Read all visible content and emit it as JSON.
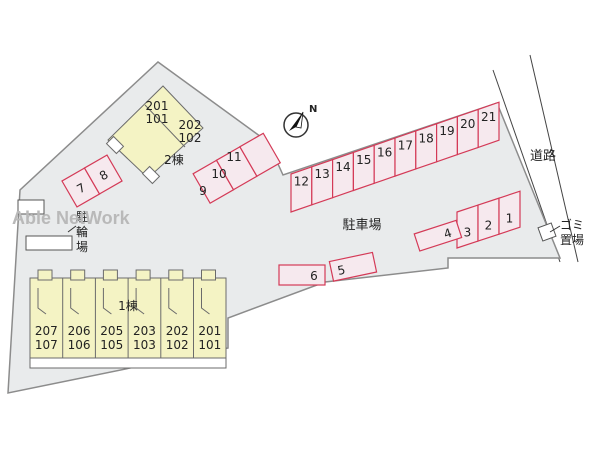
{
  "colors": {
    "site_fill": "#e9ebec",
    "site_outline": "#8c8c8c",
    "building_fill": "#f4f3c4",
    "building_outline": "#6b6b6b",
    "parking_fill": "#f6e9ee",
    "parking_outline": "#d43a57",
    "watermark": "#b9b9b9"
  },
  "watermark": "Able NetWork",
  "compass": {
    "label": "N",
    "icon": "north-arrow-icon"
  },
  "labels": {
    "road": "道路",
    "parking_lot": "駐車場",
    "bicycle_parking": "駐輪場",
    "garbage": "ゴミ置場"
  },
  "building1": {
    "label": "1棟",
    "units": [
      {
        "upper": "207",
        "lower": "107"
      },
      {
        "upper": "206",
        "lower": "106"
      },
      {
        "upper": "205",
        "lower": "105"
      },
      {
        "upper": "203",
        "lower": "103"
      },
      {
        "upper": "202",
        "lower": "102"
      },
      {
        "upper": "201",
        "lower": "101"
      }
    ]
  },
  "building2": {
    "label": "2棟",
    "units": [
      {
        "upper": "201",
        "lower": "101"
      },
      {
        "upper": "202",
        "lower": "102"
      }
    ]
  },
  "parking_spaces": {
    "row_top": [
      "12",
      "13",
      "14",
      "15",
      "16",
      "17",
      "18",
      "19",
      "20",
      "21"
    ],
    "row_right": [
      "3",
      "2",
      "1"
    ],
    "space_4": "4",
    "space_5": "5",
    "space_6": "6",
    "left_pair": [
      "7",
      "8"
    ],
    "middle_group": [
      "9",
      "10",
      "11"
    ]
  }
}
